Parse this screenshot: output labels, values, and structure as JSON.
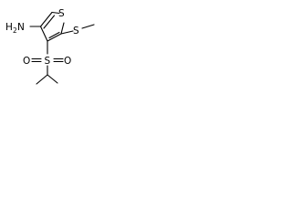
{
  "molecule": {
    "atoms": {
      "ring_sulfur": "S",
      "thioether_sulfur": "S",
      "sulfonyl_sulfur": "S",
      "sulfonyl_oxygen_left": "O",
      "sulfonyl_oxygen_right": "O",
      "amine_h": "H",
      "amine_h_count": "2",
      "amine_n": "N"
    }
  }
}
